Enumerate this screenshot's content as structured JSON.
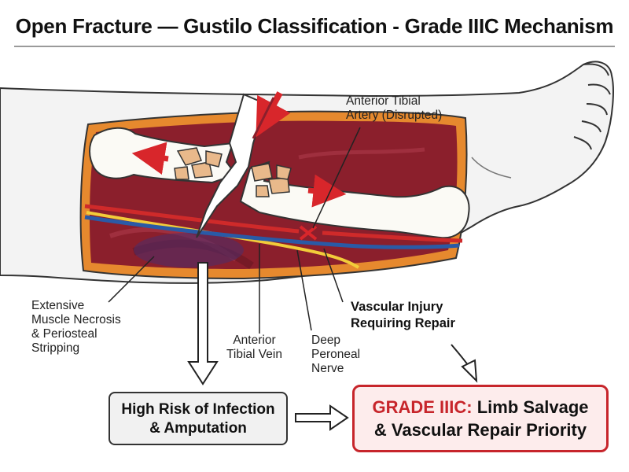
{
  "title": "Open Fracture — Gustilo Classification - Grade IIIC Mechanism",
  "labels": {
    "artery_line1": "Anterior Tibial",
    "artery_line2": "Artery (Disrupted)",
    "necrosis_line1": "Extensive",
    "necrosis_line2": "Muscle Necrosis",
    "necrosis_line3": "& Periosteal",
    "necrosis_line4": "Stripping",
    "vein_line1": "Anterior",
    "vein_line2": "Tibial Vein",
    "nerve_line1": "Deep",
    "nerve_line2": "Peroneal",
    "nerve_line3": "Nerve",
    "vascular_line1": "Vascular Injury",
    "vascular_line2": "Requiring Repair"
  },
  "boxes": {
    "risk_line1": "High Risk of Infection",
    "risk_line2": "& Amputation",
    "grade_prefix": "GRADE IIIC:",
    "grade_line1_rest": "Limb Salvage",
    "grade_line2": "& Vascular Repair Priority"
  },
  "colors": {
    "skin": "#f3f3f3",
    "wound_border": "#e6892e",
    "muscle": "#8b1f2c",
    "bone": "#fbfaf5",
    "artery": "#cf2a2a",
    "vein": "#2a5aa6",
    "nerve": "#f2cc3a",
    "accent_red": "#c7252b",
    "bone_fragment": "#e9b98b"
  }
}
